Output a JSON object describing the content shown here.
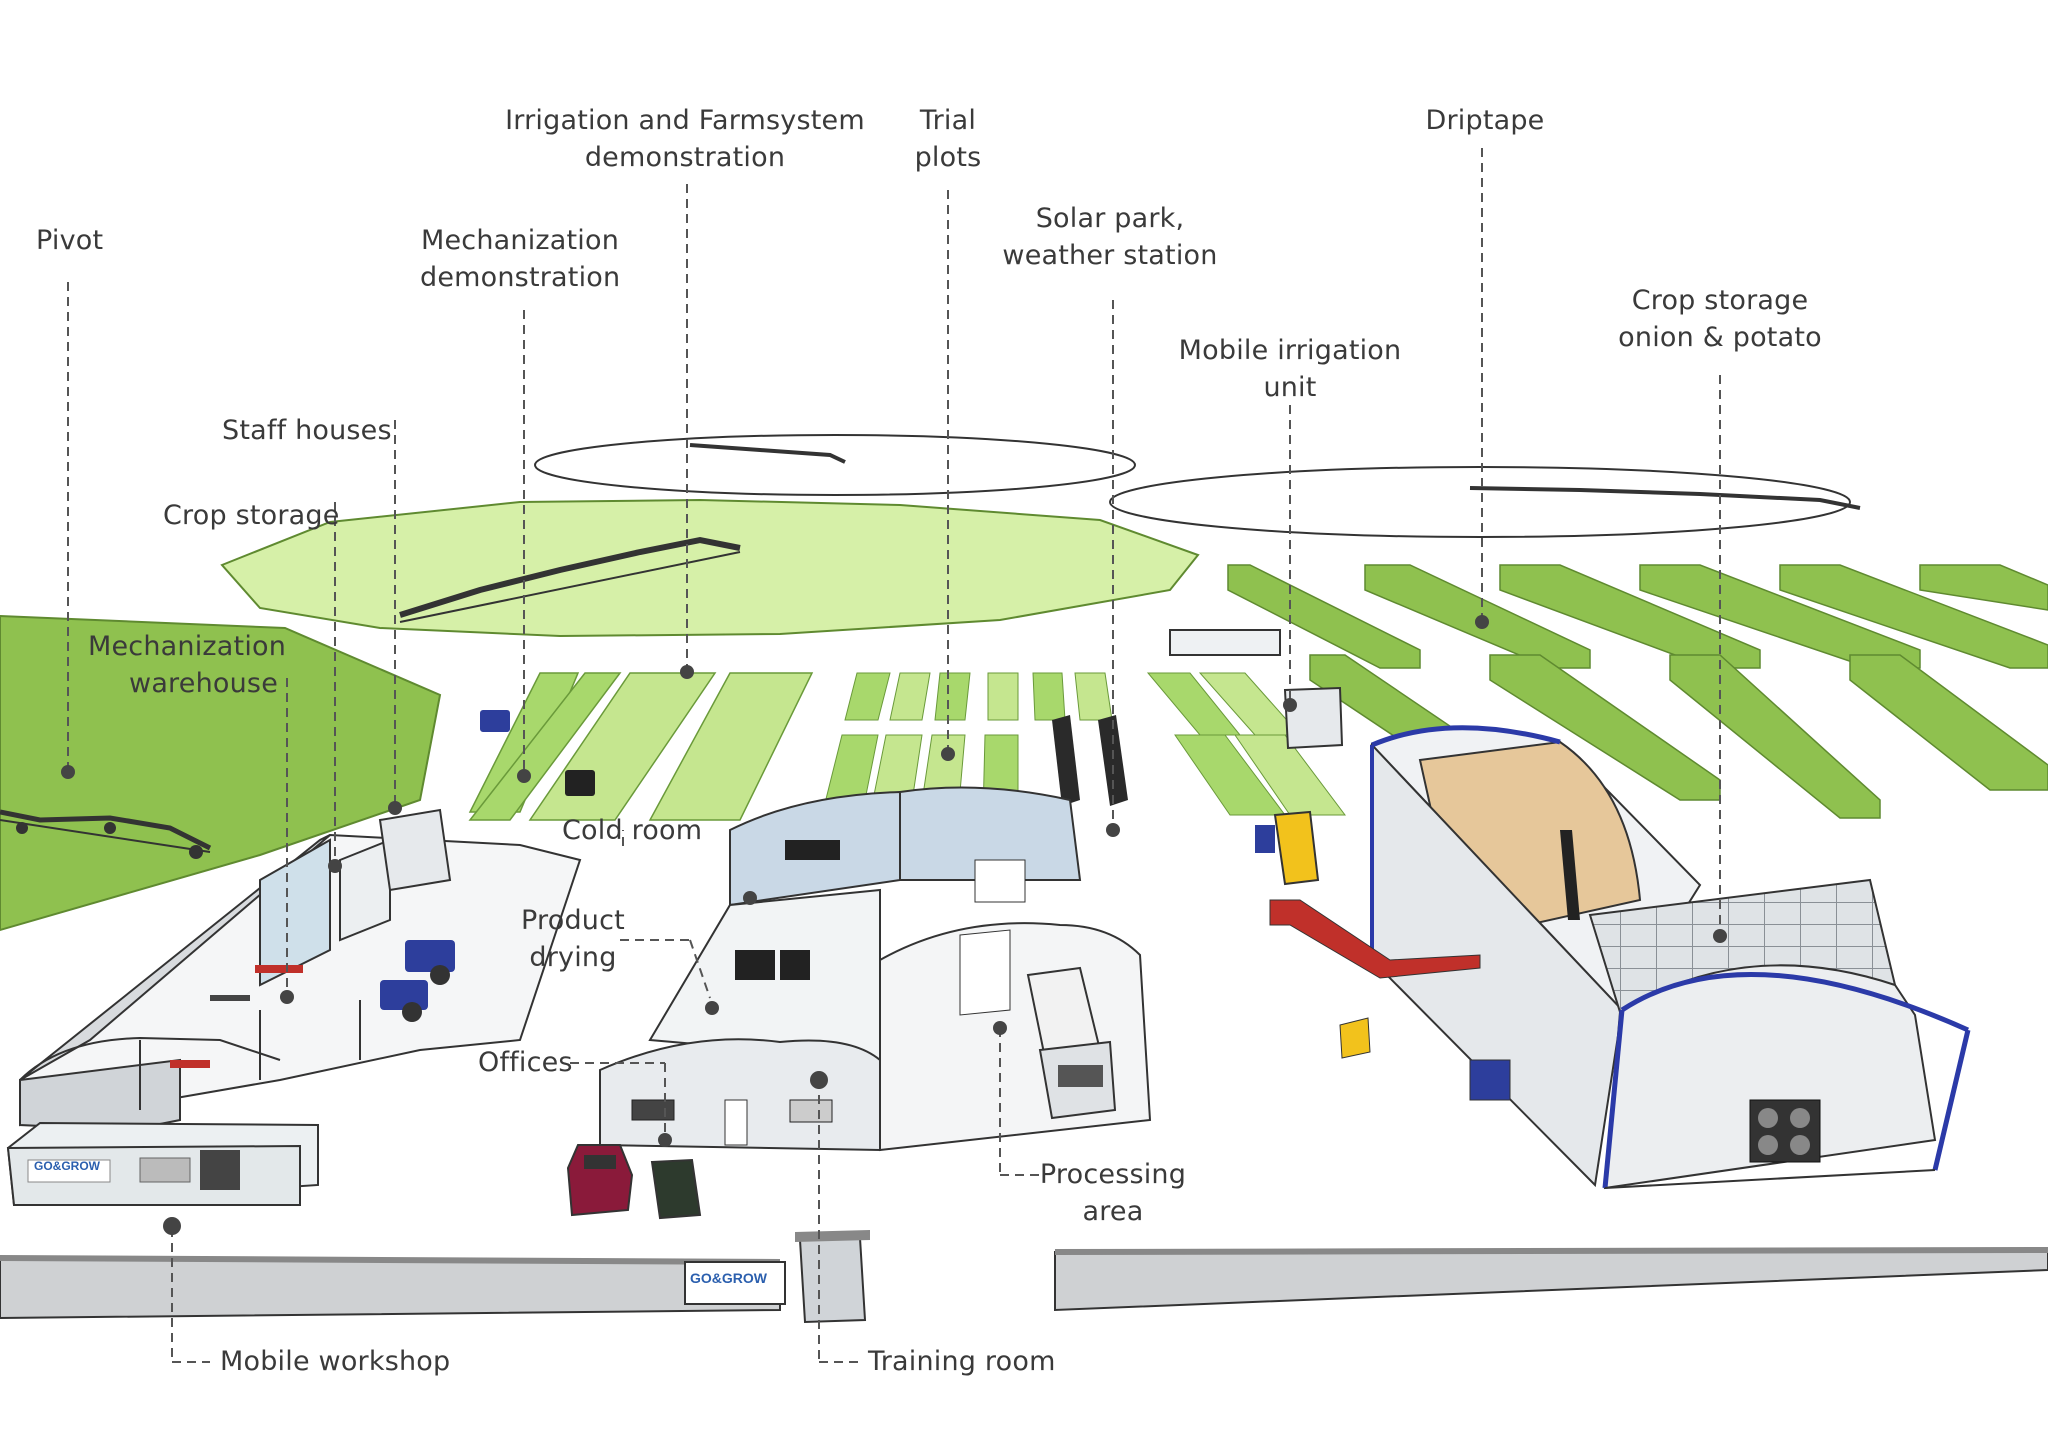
{
  "labels": {
    "pivot": "Pivot",
    "mechanization_demo": [
      "Mechanization",
      "demonstration"
    ],
    "irrigation_demo": [
      "Irrigation and Farmsystem",
      "demonstration"
    ],
    "trial_plots": [
      "Trial",
      "plots"
    ],
    "solar_park": [
      "Solar park,",
      "weather station"
    ],
    "driptape": "Driptape",
    "crop_storage_onion": [
      "Crop storage",
      "onion & potato"
    ],
    "mobile_irrigation": [
      "Mobile irrigation",
      "unit"
    ],
    "staff_houses": "Staff houses",
    "crop_storage": "Crop storage",
    "mechanization_warehouse": [
      "Mechanization",
      "warehouse"
    ],
    "cold_room": "Cold room",
    "product_drying": [
      "Product",
      "drying"
    ],
    "offices": "Offices",
    "processing_area": [
      "Processing",
      "area"
    ],
    "mobile_workshop": "Mobile workshop",
    "training_room": "Training room"
  },
  "logos": {
    "container_logo": "GO&GROW",
    "gate_logo": "GO&GROW"
  },
  "colors": {
    "field_green": "#8fc14f",
    "light_green": "#d6f0a8",
    "strip_green": "#a8d86c",
    "leader_line": "#555555",
    "building_blue": "#2b3aa8",
    "roof_grey": "#e4e7ea",
    "storage_sand": "#e6c79a",
    "cold_blue": "#c9d8e6",
    "tractor_blue": "#2d3e9c",
    "trailer_red": "#c0302a",
    "truck_yellow": "#f2c21c",
    "car_red": "#8a1a3a"
  }
}
